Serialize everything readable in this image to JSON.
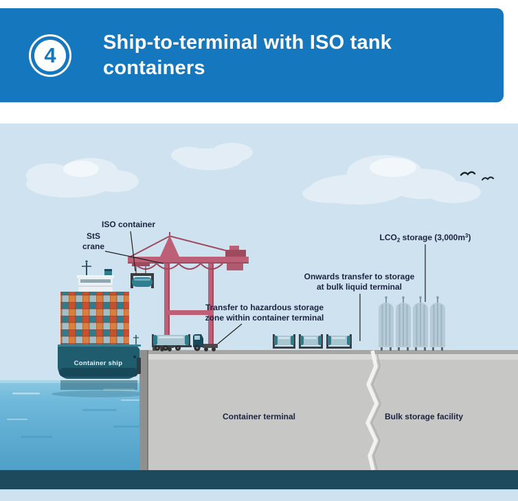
{
  "header": {
    "step_number": "4",
    "title": "Ship-to-terminal with ISO tank containers"
  },
  "scene": {
    "labels": {
      "iso_container": "ISO container",
      "sts_crane_line1": "StS",
      "sts_crane_line2": "crane",
      "transfer_line1": "Transfer to hazardous storage",
      "transfer_line2": "zone within container terminal",
      "onwards_line1": "Onwards transfer to storage",
      "onwards_line2": "at bulk liquid terminal",
      "lco2_parts": [
        "LCO",
        "2",
        " storage (3,000m",
        "3",
        ")"
      ],
      "container_ship": "Container ship",
      "container_terminal": "Container terminal",
      "bulk_storage_facility": "Bulk storage facility"
    },
    "icons": {
      "birds": "bird-silhouette"
    },
    "colors": {
      "header_blue": "#1577be",
      "sky": "#cfe2ef",
      "water_top": "#8cc8e2",
      "water_deep": "#4f9fc8",
      "quay_gray": "#c7c7c6",
      "crane_pink": "#bd5f76",
      "ship_hull_teal": "#1f5c6e",
      "tank_body": "#a7c6d2",
      "tank_end_teal": "#2e7d8c",
      "storage_tank": "#b7cbd6",
      "seabed_band": "#1d4a5c",
      "label_text": "#1b2340"
    }
  }
}
